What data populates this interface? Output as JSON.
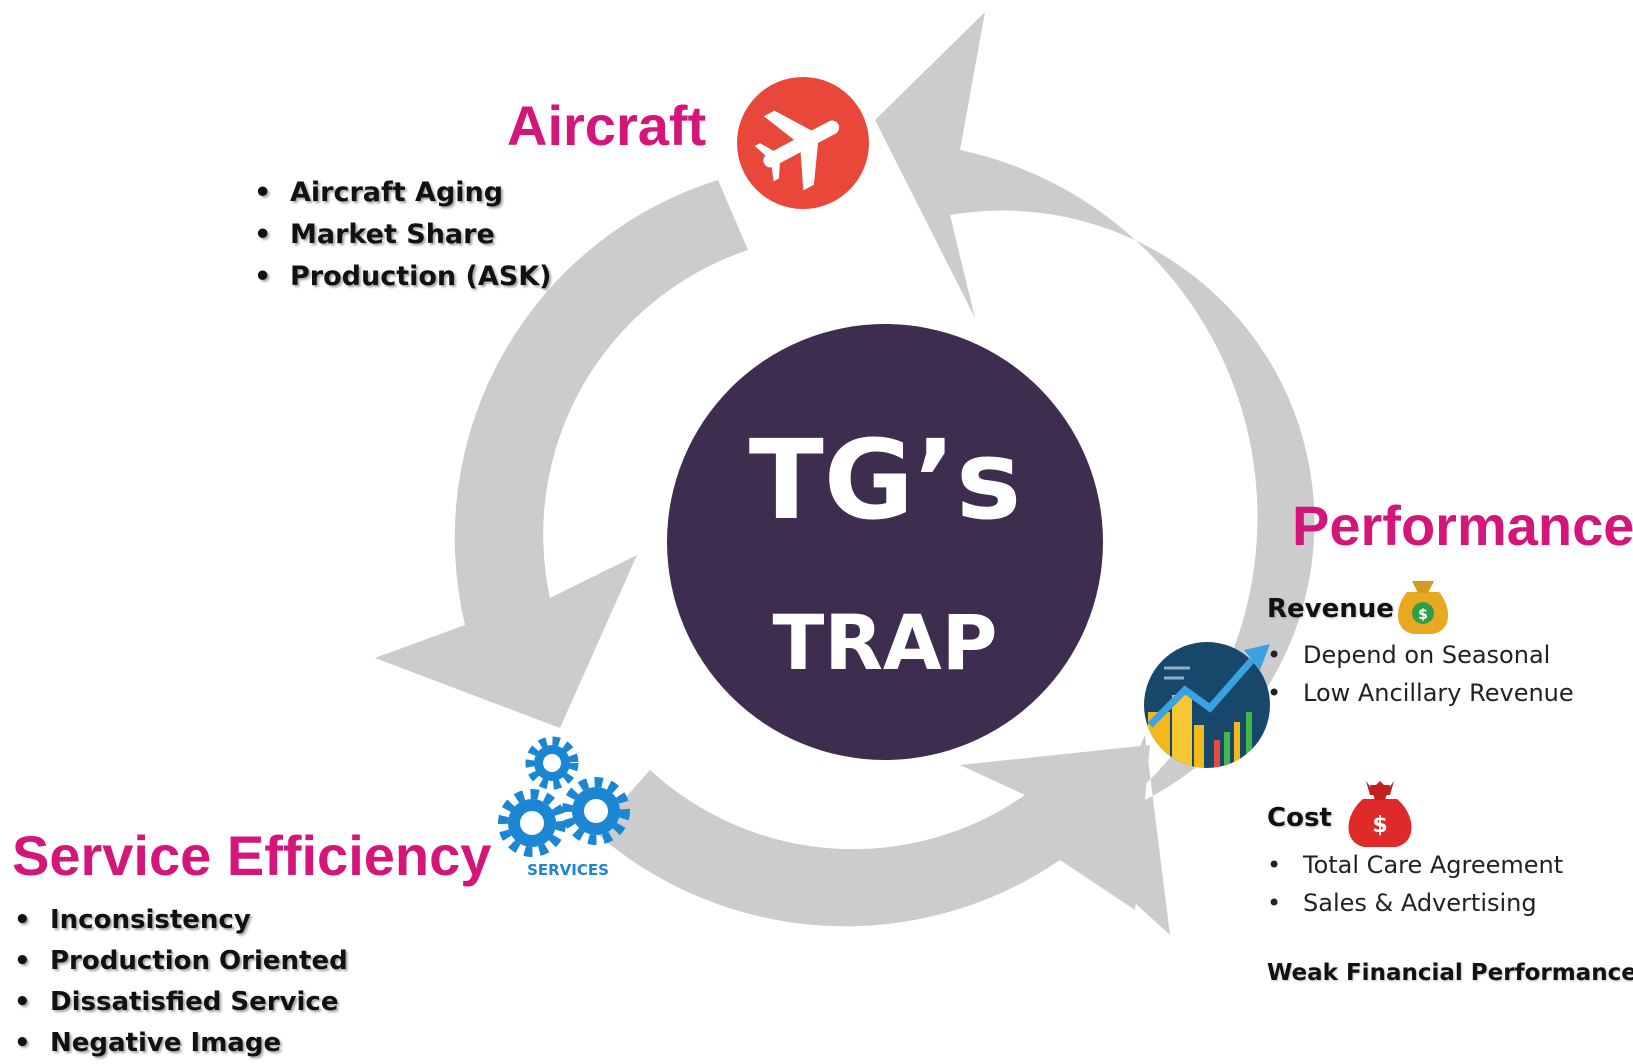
{
  "center": {
    "line1": "TG’s",
    "line2": "TRAP",
    "color": "#3f2d4f"
  },
  "arrow_color": "#cccccc",
  "accent_color": "#d4157a",
  "aircraft": {
    "heading": "Aircraft",
    "icon": "airplane-icon",
    "icon_color": "#e9473a",
    "items": [
      "Aircraft Aging",
      "Market Share",
      "Production  (ASK)"
    ]
  },
  "performance": {
    "heading": "Performance",
    "icon": "growth-chart-icon",
    "revenue": {
      "label": "Revenue",
      "icon": "money-bag-icon",
      "items": [
        "Depend on Seasonal",
        "Low Ancillary Revenue"
      ]
    },
    "cost": {
      "label": "Cost",
      "icon": "money-bag-icon",
      "items": [
        "Total Care Agreement",
        "Sales & Advertising"
      ]
    },
    "summary": "Weak Financial Performance"
  },
  "service": {
    "heading": "Service Efficiency",
    "icon": "gears-icon",
    "icon_label": "SERVICES",
    "icon_color": "#1a86d4",
    "items": [
      "Inconsistency",
      "Production  Oriented",
      "Dissatisfied Service",
      "Negative Image"
    ]
  }
}
